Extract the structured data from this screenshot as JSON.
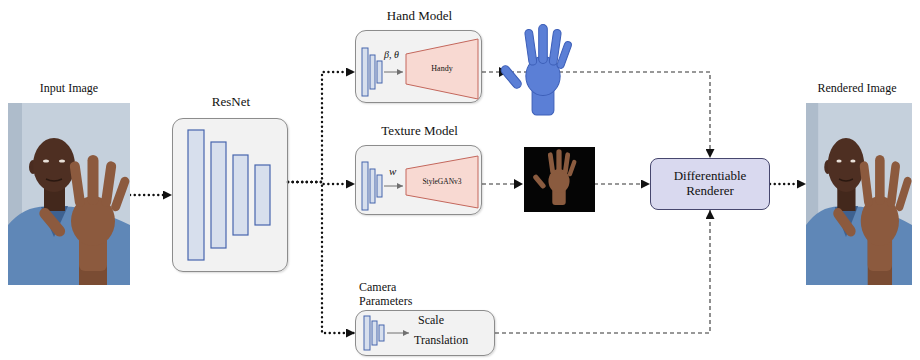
{
  "diagram": {
    "nodes": [
      {
        "text": [
          "Input Image"
        ]
      },
      {
        "text": [
          "ResNet"
        ]
      },
      {
        "text": [
          "Hand Model",
          "β, θ"
        ]
      },
      {
        "text": [
          "Handy"
        ],
        "in": 2
      },
      {
        "text": [
          "Texture Model",
          "w"
        ]
      },
      {
        "text": [
          "StyleGANv3"
        ],
        "in": 4
      },
      {
        "text": [
          "Camera Parameters",
          "Scale",
          "Translation"
        ]
      },
      {
        "text": [
          "Differentiable Renderer"
        ]
      },
      {
        "text": [
          "Rendered Image"
        ]
      }
    ],
    "edges": [
      {
        "from": 0,
        "to": 1,
        "arrow": "to"
      },
      {
        "from": 1,
        "to": 2,
        "arrow": "to"
      },
      {
        "from": 1,
        "to": 4,
        "arrow": "to"
      },
      {
        "from": 1,
        "to": 6,
        "arrow": "to"
      },
      {
        "from": 2,
        "to": 7,
        "arrow": "to"
      },
      {
        "from": 4,
        "to": 7,
        "arrow": "to"
      },
      {
        "from": 6,
        "to": 7,
        "arrow": "to"
      },
      {
        "from": 7,
        "to": 8,
        "arrow": "to"
      }
    ]
  }
}
